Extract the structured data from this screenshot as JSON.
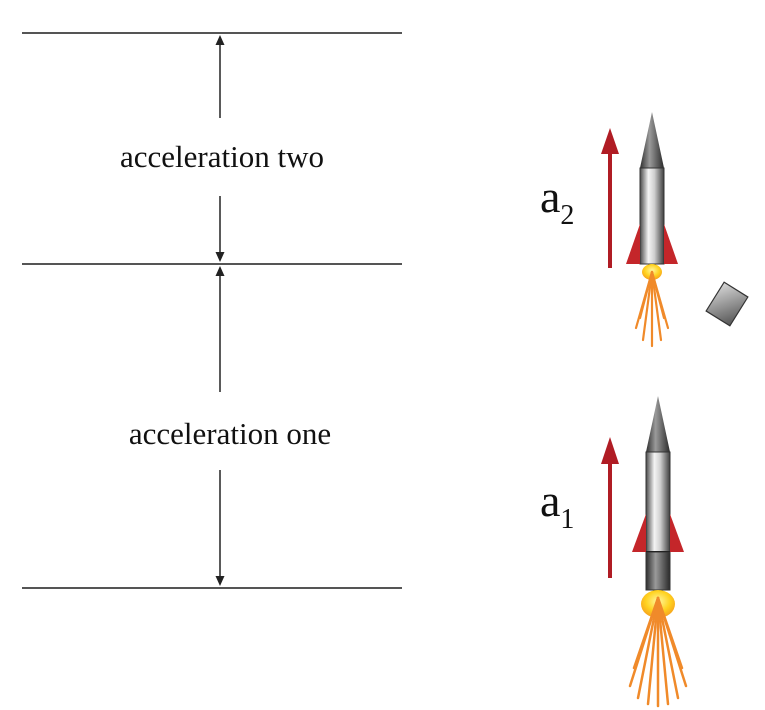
{
  "labels": {
    "stage_two": "acceleration two",
    "stage_one": "acceleration one",
    "a2_base": "a",
    "a2_sub": "2",
    "a1_base": "a",
    "a1_sub": "1"
  },
  "colors": {
    "line": "#444444",
    "arrow_red": "#b01c24",
    "fin_red": "#c4262a",
    "flame_orange": "#f08a2a",
    "flame_yellow": "#ffe23a",
    "debris": "#7a7a7a"
  },
  "icons": [
    "rocket-icon",
    "flame-icon",
    "debris-icon"
  ]
}
